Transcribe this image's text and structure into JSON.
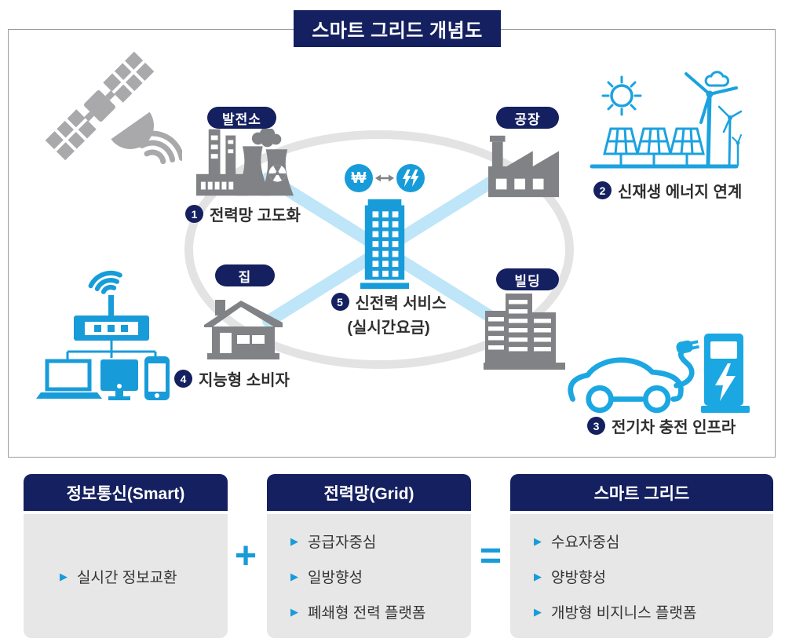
{
  "diagram": {
    "title": "스마트 그리드 개념도",
    "nodes": {
      "power_plant": {
        "pill": "발전소"
      },
      "factory": {
        "pill": "공장"
      },
      "home": {
        "pill": "집"
      },
      "building": {
        "pill": "빌딩"
      }
    },
    "annotations": {
      "a1": {
        "num": "1",
        "text": "전력망 고도화"
      },
      "a2": {
        "num": "2",
        "text": "신재생 에너지 연계"
      },
      "a3": {
        "num": "3",
        "text": "전기차 충전 인프라"
      },
      "a4": {
        "num": "4",
        "text": "지능형 소비자"
      },
      "a5": {
        "num": "5",
        "text": "신전력 서비스",
        "text2": "(실시간요금)"
      }
    },
    "exchange": {
      "currency": "₩"
    },
    "icons": [
      "satellite-icon",
      "power-plant-icon",
      "factory-icon",
      "renewables-icon",
      "house-icon",
      "buildings-icon",
      "center-building-icon",
      "won-circle-icon",
      "lightning-circle-icon",
      "exchange-arrow-icon",
      "network-devices-icon",
      "ev-car-icon",
      "charging-station-icon"
    ]
  },
  "bottom": {
    "bullet": "▶",
    "plus": "+",
    "equals": "=",
    "cards": [
      {
        "header": "정보통신(Smart)",
        "items": [
          "실시간 정보교환"
        ]
      },
      {
        "header": "전력망(Grid)",
        "items": [
          "공급자중심",
          "일방향성",
          "폐쇄형 전력 플랫폼"
        ]
      },
      {
        "header": "스마트 그리드",
        "items": [
          "수요자중심",
          "양방향성",
          "개방형 비지니스 플랫폼"
        ]
      }
    ]
  },
  "colors": {
    "navy": "#14205f",
    "blue": "#189cd9",
    "beam_light_blue": "#bee5f8",
    "icon_gray": "#808285",
    "satellite_gray": "#a9a9ab",
    "ring_gray": "#e3e3e3",
    "card_body_gray": "#e7e7e7",
    "text": "#333333"
  }
}
